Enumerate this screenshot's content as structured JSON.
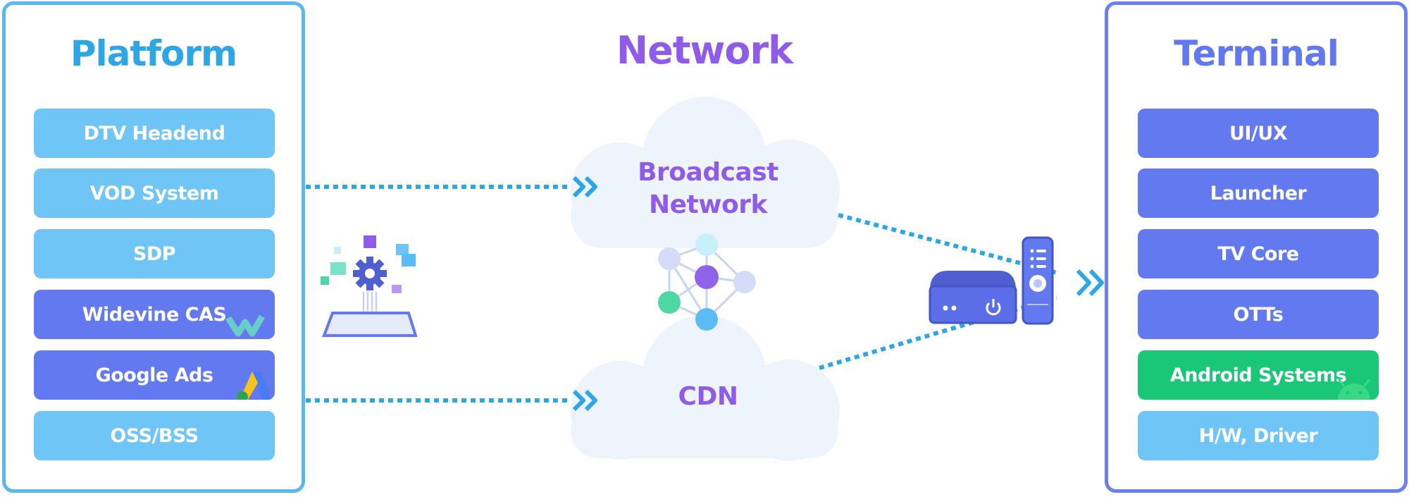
{
  "platform": {
    "title": "Platform",
    "items": [
      {
        "label": "DTV Headend",
        "style": "light"
      },
      {
        "label": "VOD System",
        "style": "light"
      },
      {
        "label": "SDP",
        "style": "light"
      },
      {
        "label": "Widevine CAS",
        "style": "indigo",
        "badge": "widevine-logo"
      },
      {
        "label": "Google Ads",
        "style": "indigo",
        "badge": "google-ads-logo"
      },
      {
        "label": "OSS/BSS",
        "style": "light"
      }
    ]
  },
  "network": {
    "title": "Network",
    "broadcast_line1": "Broadcast",
    "broadcast_line2": "Network",
    "cdn": "CDN"
  },
  "terminal": {
    "title": "Terminal",
    "items": [
      {
        "label": "UI/UX",
        "style": "indigo"
      },
      {
        "label": "Launcher",
        "style": "indigo"
      },
      {
        "label": "TV Core",
        "style": "indigo"
      },
      {
        "label": "OTTs",
        "style": "indigo"
      },
      {
        "label": "Android Systems",
        "style": "green",
        "badge": "android-logo"
      },
      {
        "label": "H/W, Driver",
        "style": "light"
      }
    ]
  },
  "colors": {
    "platform": "#2ea6e5",
    "network": "#8e5ce8",
    "terminal": "#6278ee",
    "item_light": "#6ec5f6",
    "item_indigo": "#6379f0",
    "item_green": "#19c777",
    "connector": "#2ea6e5"
  },
  "icons": [
    "cloud-icon",
    "network-graph-icon",
    "settings-upload-icon",
    "set-top-box-icon",
    "remote-control-icon",
    "chevron-arrow-icon"
  ]
}
